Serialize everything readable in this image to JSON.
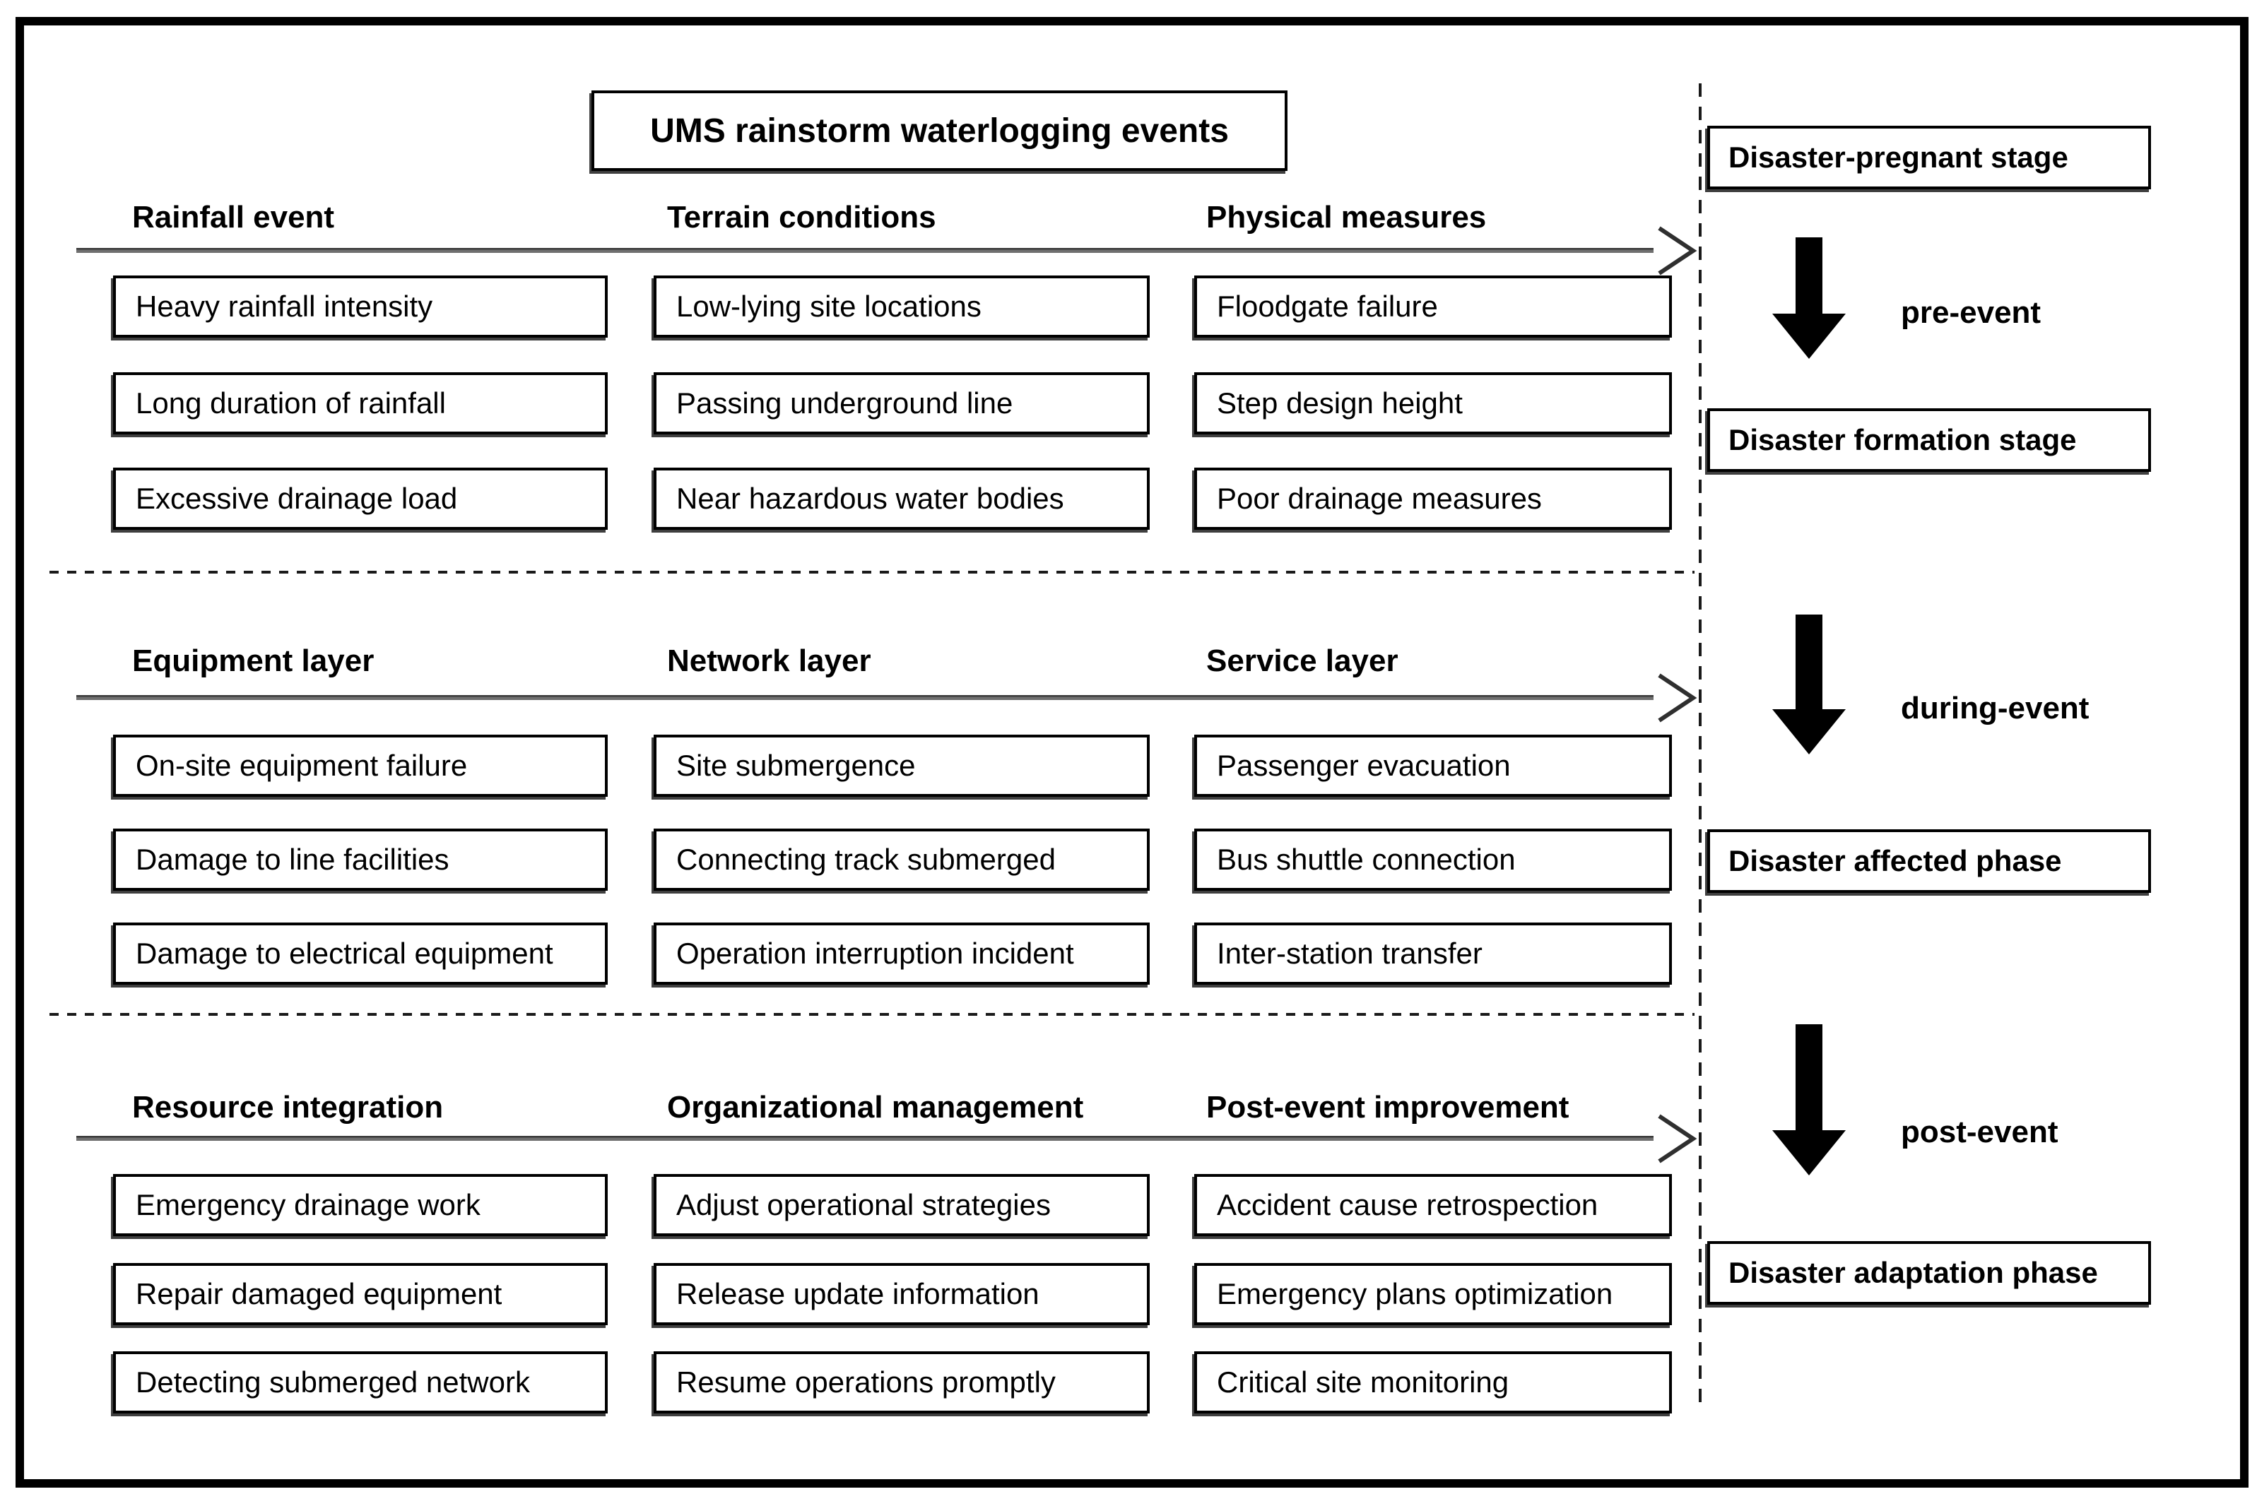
{
  "title": "UMS rainstorm waterlogging events",
  "sections": [
    {
      "columns": [
        {
          "header": "Rainfall event",
          "items": [
            "Heavy rainfall intensity",
            "Long duration of rainfall",
            "Excessive drainage load"
          ]
        },
        {
          "header": "Terrain conditions",
          "items": [
            "Low-lying site locations",
            "Passing underground line",
            "Near hazardous water bodies"
          ]
        },
        {
          "header": "Physical measures",
          "items": [
            "Floodgate failure",
            "Step design height",
            "Poor drainage measures"
          ]
        }
      ]
    },
    {
      "columns": [
        {
          "header": "Equipment layer",
          "items": [
            "On-site equipment failure",
            "Damage to line facilities",
            "Damage to electrical equipment"
          ]
        },
        {
          "header": "Network layer",
          "items": [
            "Site submergence",
            "Connecting track submerged",
            "Operation interruption incident"
          ]
        },
        {
          "header": "Service layer",
          "items": [
            "Passenger evacuation",
            "Bus shuttle connection",
            "Inter-station transfer"
          ]
        }
      ]
    },
    {
      "columns": [
        {
          "header": "Resource integration",
          "items": [
            "Emergency drainage work",
            "Repair damaged equipment",
            "Detecting submerged network"
          ]
        },
        {
          "header": "Organizational management",
          "items": [
            "Adjust operational strategies",
            "Release update information",
            "Resume operations promptly"
          ]
        },
        {
          "header": "Post-event improvement",
          "items": [
            "Accident cause retrospection",
            "Emergency plans optimization",
            "Critical site monitoring"
          ]
        }
      ]
    }
  ],
  "timeline": {
    "stages": [
      "Disaster-pregnant stage",
      "Disaster formation stage",
      "Disaster affected phase",
      "Disaster adaptation phase"
    ],
    "phases": [
      "pre-event",
      "during-event",
      "post-event"
    ]
  },
  "colors": {
    "border": "#000000",
    "arrow_line_gray": "#6f6f6f",
    "arrow_line_dark": "#3a3a3a",
    "arrowhead": "#2f2f2f",
    "box_shadow": "#3f3f3f",
    "dash": "#1a1a1a"
  }
}
